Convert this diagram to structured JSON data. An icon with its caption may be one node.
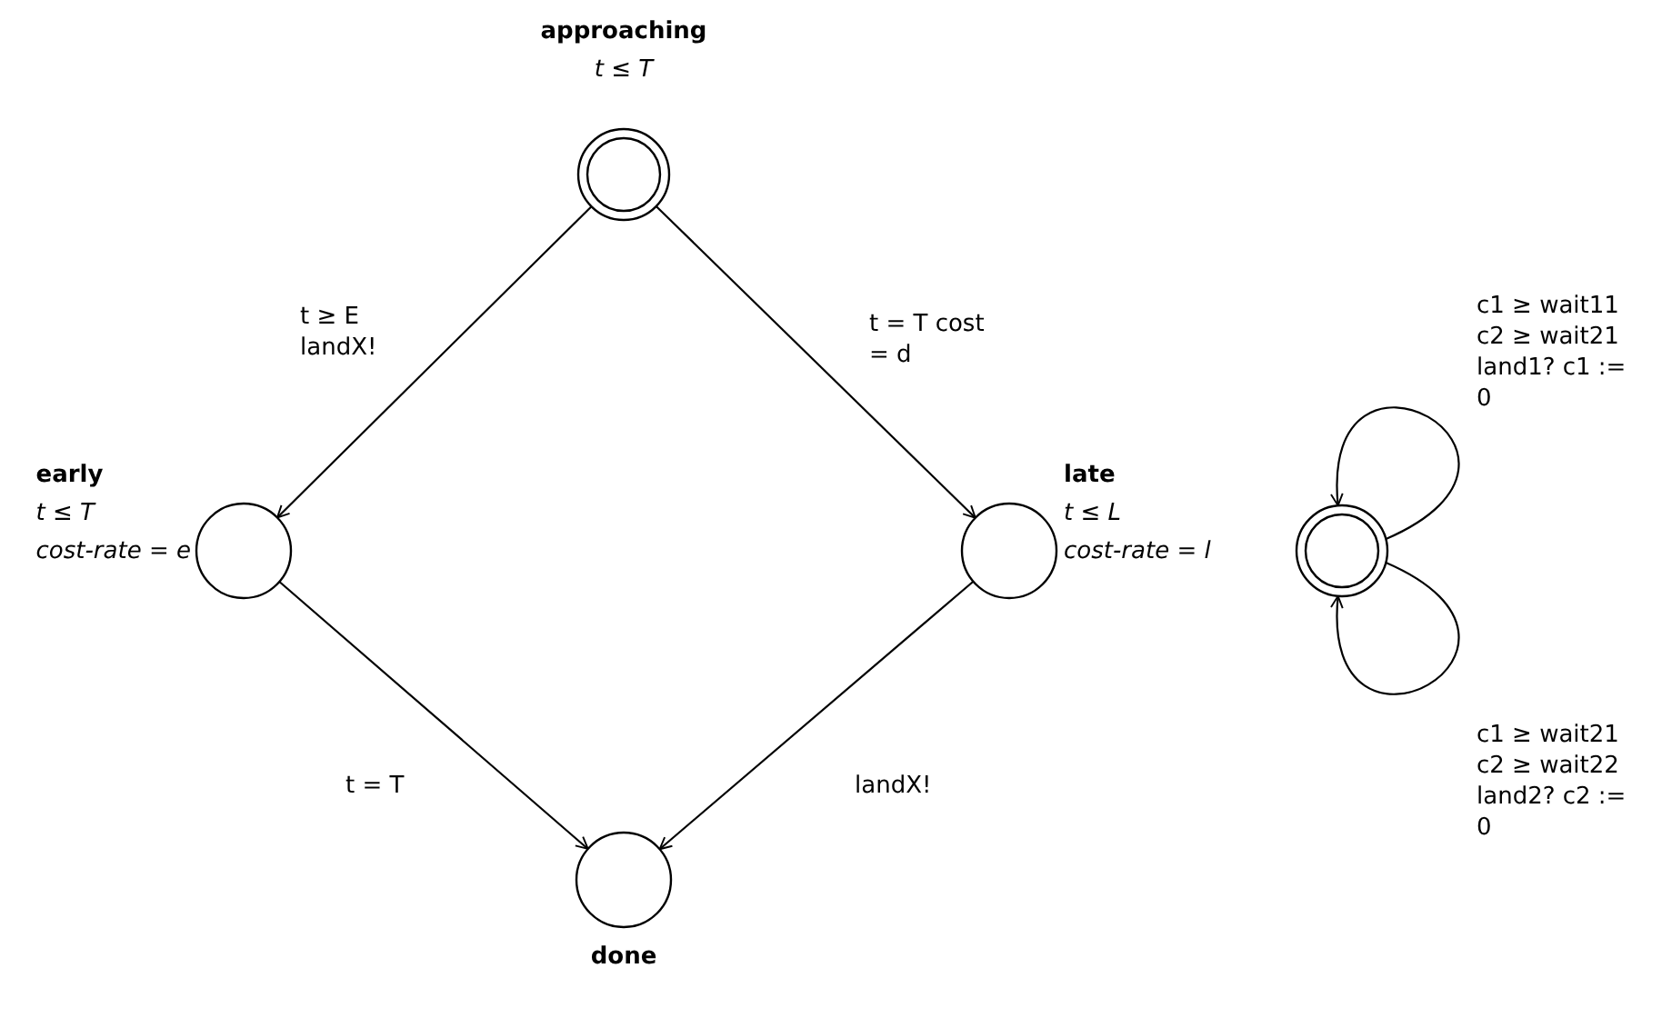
{
  "diagram": {
    "nodes": [
      {
        "text": [
          "approaching",
          "t ≤ T"
        ]
      },
      {
        "text": [
          "early",
          "t ≤ T",
          "cost-rate = e"
        ]
      },
      {
        "text": [
          "late",
          "t ≤ L",
          "cost-rate = l"
        ]
      },
      {
        "text": [
          "done"
        ]
      },
      {
        "text": [],
        "shape": "circle"
      }
    ],
    "edges": [
      {
        "from": 0,
        "to": 1,
        "arrow": "to",
        "label": "t ≥ E landX!"
      },
      {
        "from": 0,
        "to": 2,
        "arrow": "to",
        "label": "t = T cost = d"
      },
      {
        "from": 1,
        "to": 3,
        "arrow": "to",
        "label": "t = T"
      },
      {
        "from": 2,
        "to": 3,
        "arrow": "to",
        "label": "landX!"
      },
      {
        "from": 4,
        "to": 4,
        "arrow": "to",
        "label": "c1 ≥ wait11 c2 ≥ wait21 land1? c1 := 0"
      },
      {
        "from": 4,
        "to": 4,
        "arrow": "to",
        "label": "c1 ≥ wait21 c2 ≥ wait22 land2? c2 := 0"
      }
    ]
  }
}
